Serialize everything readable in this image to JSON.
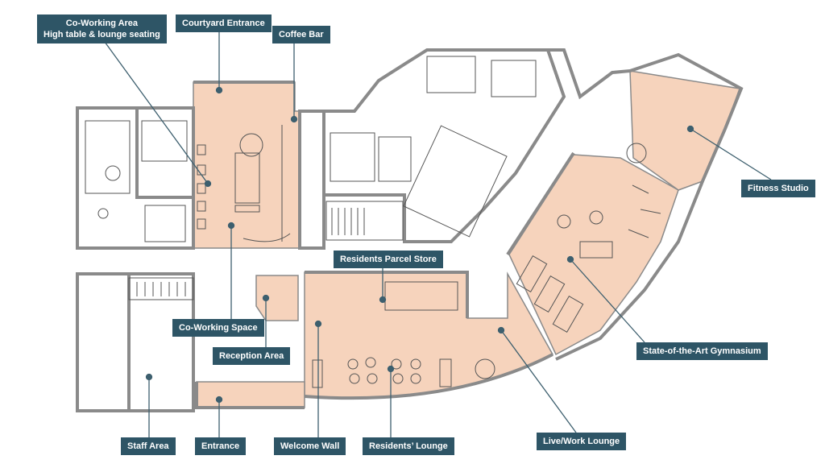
{
  "colors": {
    "label_bg": "#2e5566",
    "label_text": "#ffffff",
    "highlight_fill": "#f6d3bc",
    "wall": "#8a8a8a",
    "linework": "#555555",
    "leader": "#3d5f6e"
  },
  "labels": {
    "co_working_area": "Co-Working Area\nHigh table & lounge seating",
    "courtyard_entrance": "Courtyard Entrance",
    "coffee_bar": "Coffee Bar",
    "fitness_studio": "Fitness Studio",
    "residents_parcel_store": "Residents Parcel Store",
    "co_working_space": "Co-Working Space",
    "reception_area": "Reception Area",
    "state_of_the_art_gymnasium": "State-of-the-Art Gymnasium",
    "staff_area": "Staff Area",
    "entrance": "Entrance",
    "welcome_wall": "Welcome Wall",
    "residents_lounge": "Residents’ Lounge",
    "live_work_lounge": "Live/Work Lounge"
  }
}
